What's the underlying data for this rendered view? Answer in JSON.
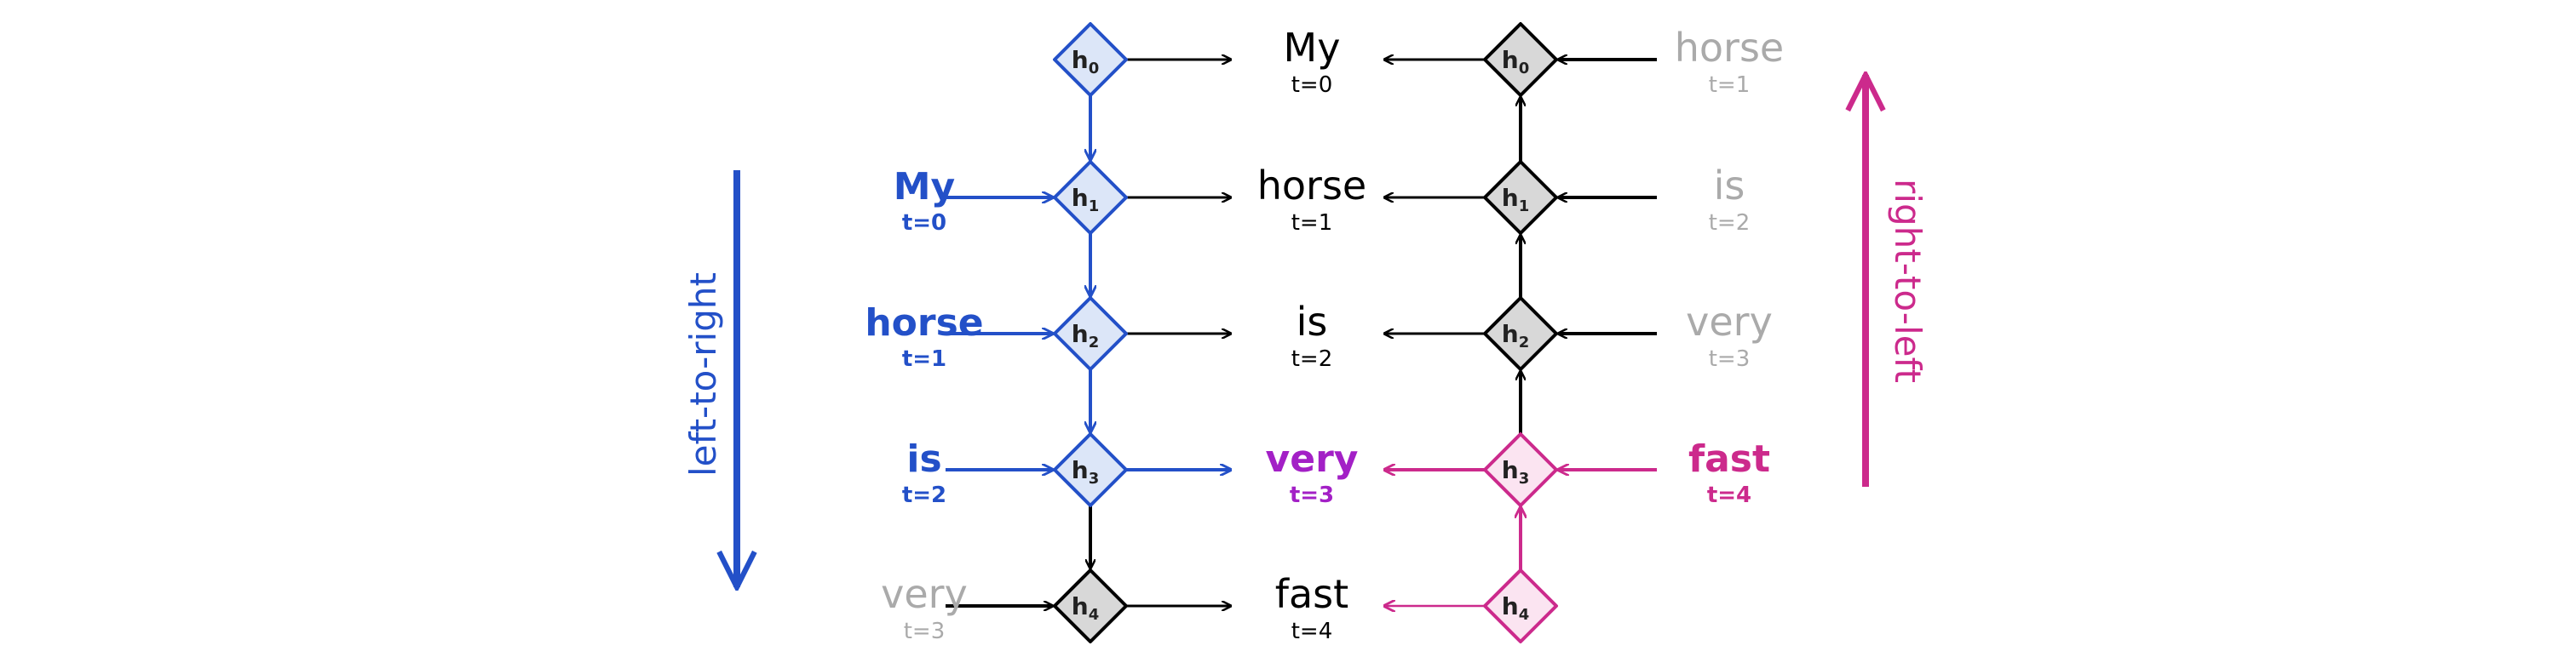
{
  "colors": {
    "blue": "#2350C8",
    "blue_fill": "#DCE6F8",
    "magenta": "#CC2A8C",
    "magenta_fill": "#FBE4F1",
    "purple": "#A320C6",
    "gray_text": "#AAAAAA",
    "gray_fill": "#D8D8D8",
    "black": "#000000"
  },
  "left_inputs": [
    {
      "word": "My",
      "t": "t=0",
      "active": true
    },
    {
      "word": "horse",
      "t": "t=1",
      "active": true
    },
    {
      "word": "is",
      "t": "t=2",
      "active": true
    },
    {
      "word": "very",
      "t": "t=3",
      "active": false
    }
  ],
  "left_states": [
    {
      "h": "h",
      "sub": "0"
    },
    {
      "h": "h",
      "sub": "1"
    },
    {
      "h": "h",
      "sub": "2"
    },
    {
      "h": "h",
      "sub": "3"
    },
    {
      "h": "h",
      "sub": "4"
    }
  ],
  "outputs": [
    {
      "word": "My",
      "t": "t=0"
    },
    {
      "word": "horse",
      "t": "t=1"
    },
    {
      "word": "is",
      "t": "t=2"
    },
    {
      "word": "very",
      "t": "t=3"
    },
    {
      "word": "fast",
      "t": "t=4"
    }
  ],
  "right_states": [
    {
      "h": "h",
      "sub": "0"
    },
    {
      "h": "h",
      "sub": "1"
    },
    {
      "h": "h",
      "sub": "2"
    },
    {
      "h": "h",
      "sub": "3"
    },
    {
      "h": "h",
      "sub": "4"
    }
  ],
  "right_inputs": [
    {
      "word": "horse",
      "t": "t=1",
      "active": false
    },
    {
      "word": "is",
      "t": "t=2",
      "active": false
    },
    {
      "word": "very",
      "t": "t=3",
      "active": false
    },
    {
      "word": "fast",
      "t": "t=4",
      "active": true
    }
  ],
  "direction_labels": {
    "left": "left-to-right",
    "right": "right-to-left"
  }
}
